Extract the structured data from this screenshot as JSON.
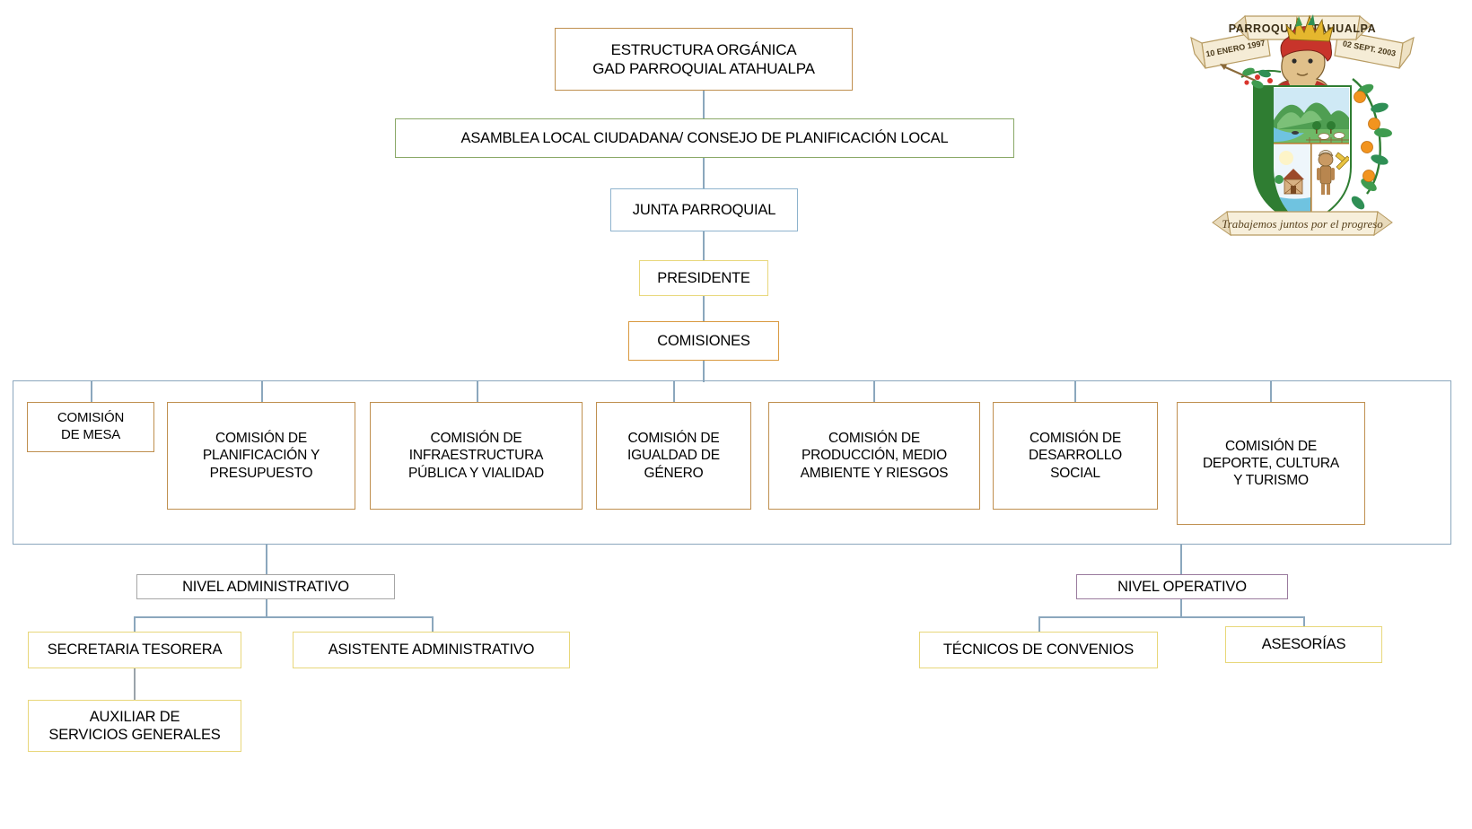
{
  "chart_data": {
    "type": "diagram",
    "title": "ESTRUCTURA ORGÁNICA GAD PARROQUIAL ATAHUALPA",
    "diagram_kind": "organizational-chart"
  },
  "title_box": {
    "line1": "ESTRUCTURA ORGÁNICA",
    "line2": "GAD PARROQUIAL ATAHUALPA",
    "border_color": "#bf8f4f"
  },
  "hierarchy": {
    "assembly": {
      "label": "ASAMBLEA LOCAL CIUDADANA/ CONSEJO DE PLANIFICACIÓN LOCAL",
      "border_color": "#8aa867"
    },
    "junta": {
      "label": "JUNTA PARROQUIAL",
      "border_color": "#8eb3cd"
    },
    "presidente": {
      "label": "PRESIDENTE",
      "border_color": "#e8d77a"
    },
    "comisiones": {
      "label": "COMISIONES",
      "border_color": "#d9993f"
    }
  },
  "commissions": {
    "frame_color": "#8ba7bd",
    "items": [
      {
        "line1": "COMISIÓN",
        "line2": "DE MESA",
        "line3": ""
      },
      {
        "line1": "COMISIÓN DE",
        "line2": "PLANIFICACIÓN Y",
        "line3": "PRESUPUESTO"
      },
      {
        "line1": "COMISIÓN DE",
        "line2": "INFRAESTRUCTURA",
        "line3": "PÚBLICA Y VIALIDAD"
      },
      {
        "line1": "COMISIÓN DE",
        "line2": "IGUALDAD DE",
        "line3": "GÉNERO"
      },
      {
        "line1": "COMISIÓN DE",
        "line2": "PRODUCCIÓN, MEDIO",
        "line3": "AMBIENTE Y RIESGOS"
      },
      {
        "line1": "COMISIÓN DE",
        "line2": "DESARROLLO",
        "line3": "SOCIAL"
      },
      {
        "line1": "COMISIÓN DE",
        "line2": "DEPORTE, CULTURA",
        "line3": "Y TURISMO"
      }
    ]
  },
  "levels": {
    "administrative": {
      "label": "NIVEL ADMINISTRATIVO",
      "border_color": "#a6a6a6",
      "children": [
        {
          "label": "SECRETARIA TESORERA",
          "border_color": "#e8d77a"
        },
        {
          "label": "ASISTENTE ADMINISTRATIVO",
          "border_color": "#e8d77a"
        }
      ],
      "grandchild": {
        "line1": "AUXILIAR DE",
        "line2": "SERVICIOS GENERALES",
        "border_color": "#e8d77a"
      }
    },
    "operative": {
      "label": "NIVEL OPERATIVO",
      "border_color": "#9a7b9e",
      "children": [
        {
          "label": "TÉCNICOS DE CONVENIOS",
          "border_color": "#e8d77a"
        },
        {
          "label": "ASESORÍAS",
          "border_color": "#e8d77a"
        }
      ]
    }
  },
  "emblem": {
    "name": "coat-of-arms-parroquia-atahualpa",
    "top_banner": "PARROQUIA ATAHUALPA",
    "left_ribbon": "10 ENERO 1997",
    "right_ribbon": "02 SEPT. 2003",
    "bottom_motto": "Trabajemos juntos por el progreso"
  }
}
